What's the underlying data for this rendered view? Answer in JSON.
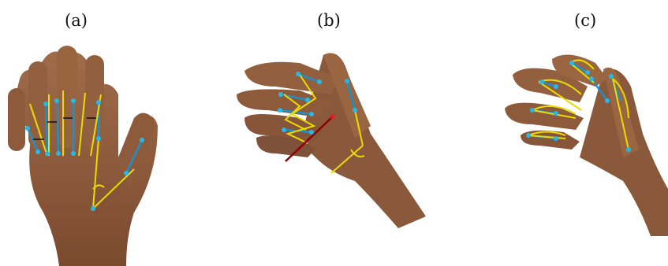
{
  "panels": [
    {
      "label": "(a)"
    },
    {
      "label": "(b)"
    },
    {
      "label": "(c)"
    }
  ],
  "colors": {
    "skin": "#8a5a3c",
    "skin_shadow": "#5e3a24",
    "bone": "#1e8fc8",
    "joint": "#27b9e6",
    "vector": "#e8dc00",
    "normal_vector": "#8b0000",
    "spacing_arrow": "#111111"
  }
}
